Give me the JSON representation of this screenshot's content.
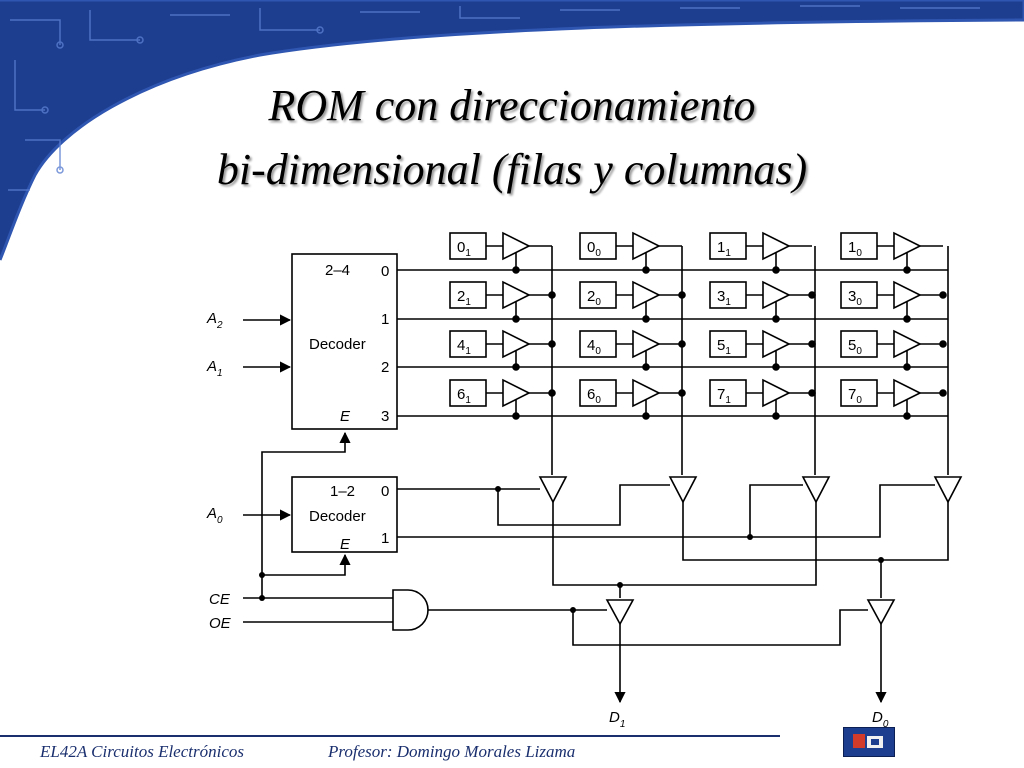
{
  "slide": {
    "title_line1": "ROM con direccionamiento",
    "title_line2": "bi-dimensional (filas y columnas)",
    "footer_course": "EL42A Circuitos Electrónicos",
    "footer_professor": "Profesor: Domingo Morales Lizama",
    "colors": {
      "banner": "#1d3d8f",
      "banner_light": "#2f56b0",
      "ink": "#000000"
    }
  },
  "diagram": {
    "decoder_2_4": {
      "type": "2–4",
      "name": "Decoder",
      "enable": "E",
      "outputs": [
        "0",
        "1",
        "2",
        "3"
      ]
    },
    "decoder_1_2": {
      "type": "1–2",
      "name": "Decoder",
      "enable": "E",
      "outputs": [
        "0",
        "1"
      ]
    },
    "inputs": {
      "a2": {
        "letter": "A",
        "sub": "2"
      },
      "a1": {
        "letter": "A",
        "sub": "1"
      },
      "a0": {
        "letter": "A",
        "sub": "0"
      },
      "ce": "CE",
      "oe": "OE"
    },
    "outputs": {
      "d1": {
        "letter": "D",
        "sub": "1"
      },
      "d0": {
        "letter": "D",
        "sub": "0"
      }
    },
    "cells": [
      [
        {
          "n": "0",
          "s": "1"
        },
        {
          "n": "0",
          "s": "0"
        },
        {
          "n": "1",
          "s": "1"
        },
        {
          "n": "1",
          "s": "0"
        }
      ],
      [
        {
          "n": "2",
          "s": "1"
        },
        {
          "n": "2",
          "s": "0"
        },
        {
          "n": "3",
          "s": "1"
        },
        {
          "n": "3",
          "s": "0"
        }
      ],
      [
        {
          "n": "4",
          "s": "1"
        },
        {
          "n": "4",
          "s": "0"
        },
        {
          "n": "5",
          "s": "1"
        },
        {
          "n": "5",
          "s": "0"
        }
      ],
      [
        {
          "n": "6",
          "s": "1"
        },
        {
          "n": "6",
          "s": "0"
        },
        {
          "n": "7",
          "s": "1"
        },
        {
          "n": "7",
          "s": "0"
        }
      ]
    ]
  }
}
